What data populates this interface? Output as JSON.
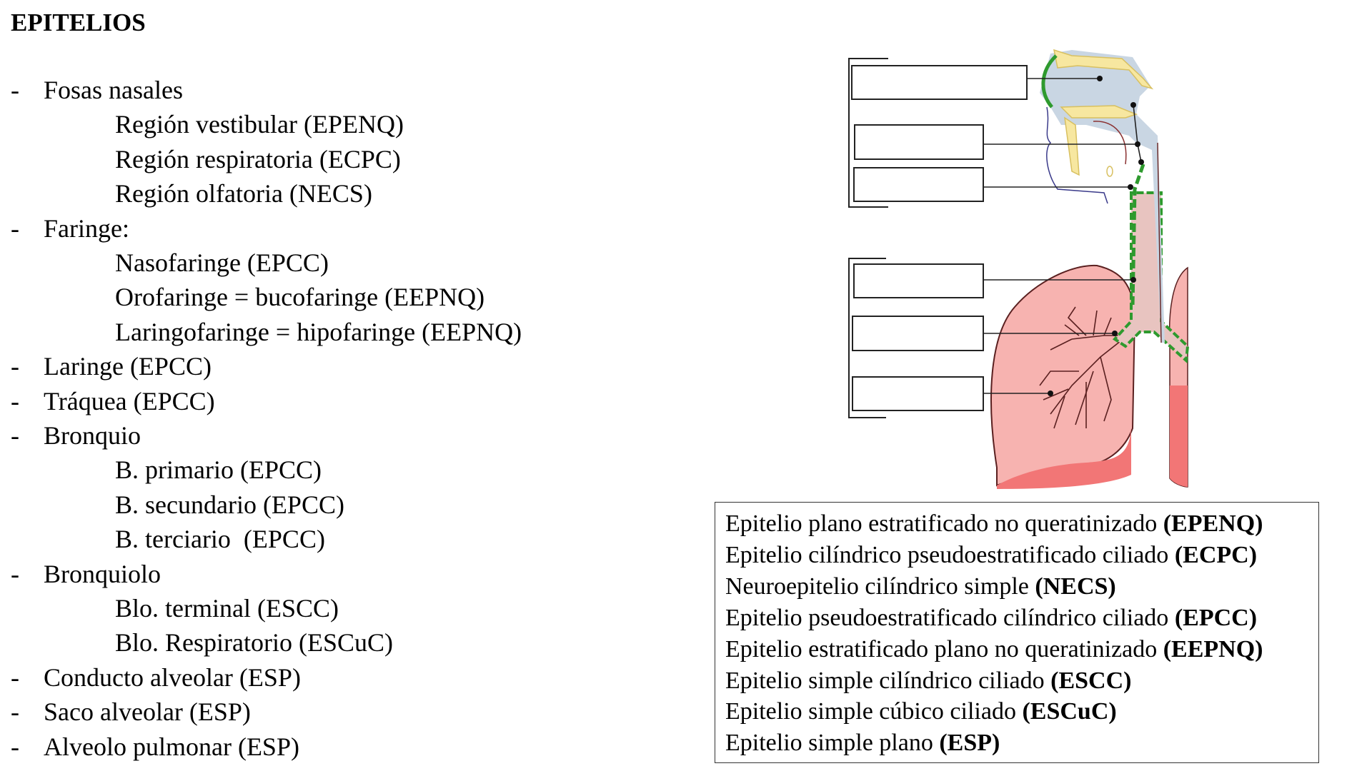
{
  "title": "EPITELIOS",
  "outline": {
    "bullet": "-",
    "items": [
      {
        "level": 1,
        "text": "Fosas nasales"
      },
      {
        "level": 2,
        "text": "Región vestibular (EPENQ)"
      },
      {
        "level": 2,
        "text": "Región respiratoria (ECPC)"
      },
      {
        "level": 2,
        "text": "Región olfatoria (NECS)"
      },
      {
        "level": 1,
        "text": "Faringe:"
      },
      {
        "level": 2,
        "text": "Nasofaringe (EPCC)"
      },
      {
        "level": 2,
        "text": "Orofaringe = bucofaringe (EEPNQ)"
      },
      {
        "level": 2,
        "text": "Laringofaringe = hipofaringe (EEPNQ)"
      },
      {
        "level": 1,
        "text": "Laringe (EPCC)"
      },
      {
        "level": 1,
        "text": "Tráquea (EPCC)"
      },
      {
        "level": 1,
        "text": "Bronquio"
      },
      {
        "level": 2,
        "text": "B. primario (EPCC)"
      },
      {
        "level": 2,
        "text": "B. secundario (EPCC)"
      },
      {
        "level": 2,
        "text": "B. terciario  (EPCC)"
      },
      {
        "level": 1,
        "text": "Bronquiolo"
      },
      {
        "level": 2,
        "text": "Blo. terminal (ESCC)"
      },
      {
        "level": 2,
        "text": "Blo. Respiratorio (ESCuC)"
      },
      {
        "level": 1,
        "text": "Conducto alveolar (ESP)"
      },
      {
        "level": 1,
        "text": "Saco alveolar (ESP)"
      },
      {
        "level": 1,
        "text": "Alveolo pulmonar (ESP)"
      }
    ]
  },
  "legend": {
    "entries": [
      {
        "text": "Epitelio plano estratificado no queratinizado ",
        "abbr": "(EPENQ)"
      },
      {
        "text": "Epitelio cilíndrico pseudoestratificado ciliado ",
        "abbr": "(ECPC)"
      },
      {
        "text": "Neuroepitelio cilíndrico simple ",
        "abbr": "(NECS)"
      },
      {
        "text": "Epitelio pseudoestratificado cilíndrico ciliado ",
        "abbr": "(EPCC)"
      },
      {
        "text": "Epitelio estratificado plano no queratinizado ",
        "abbr": "(EEPNQ)"
      },
      {
        "text": "Epitelio simple cilíndrico ciliado ",
        "abbr": "(ESCC)"
      },
      {
        "text": "Epitelio simple cúbico ciliado ",
        "abbr": "(ESCuC)"
      },
      {
        "text": "Epitelio simple plano ",
        "abbr": "(ESP)"
      }
    ]
  },
  "diagram": {
    "label_boxes": [
      "",
      "",
      "",
      "",
      "",
      ""
    ],
    "colors": {
      "airway_blue": "#c9d6e3",
      "bone_yellow": "#f7e7a0",
      "lung_pink": "#f7b3b0",
      "lung_red": "#f26d6d",
      "epithelium_green": "#2e9a2e",
      "outline": "#6a2a2a"
    }
  }
}
